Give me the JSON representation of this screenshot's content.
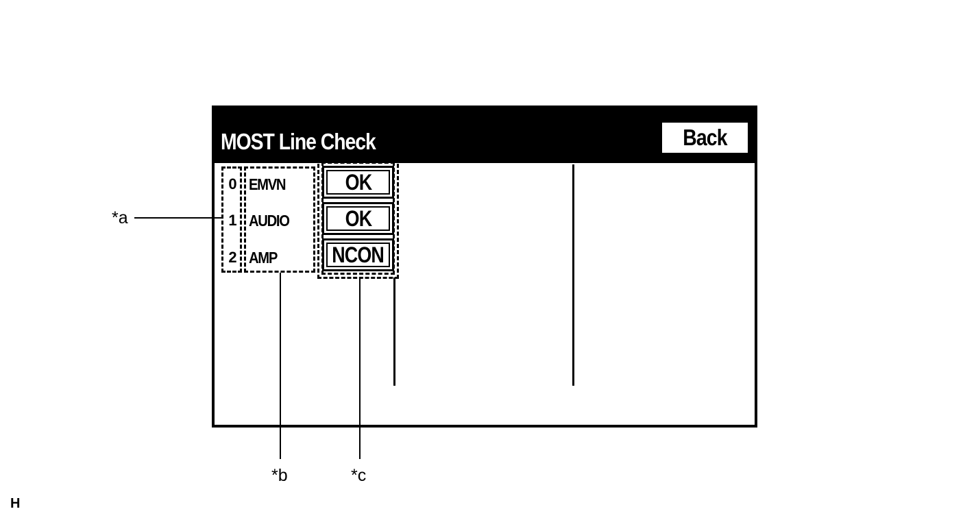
{
  "screen": {
    "title": "MOST Line Check",
    "back_label": "Back"
  },
  "rows": [
    {
      "number": "0",
      "name": "EMVN",
      "status": "OK"
    },
    {
      "number": "1",
      "name": "AUDIO",
      "status": "OK"
    },
    {
      "number": "2",
      "name": "AMP",
      "status": "NCON"
    }
  ],
  "callouts": {
    "a": "*a",
    "b": "*b",
    "c": "*c"
  },
  "figure_code": "H"
}
